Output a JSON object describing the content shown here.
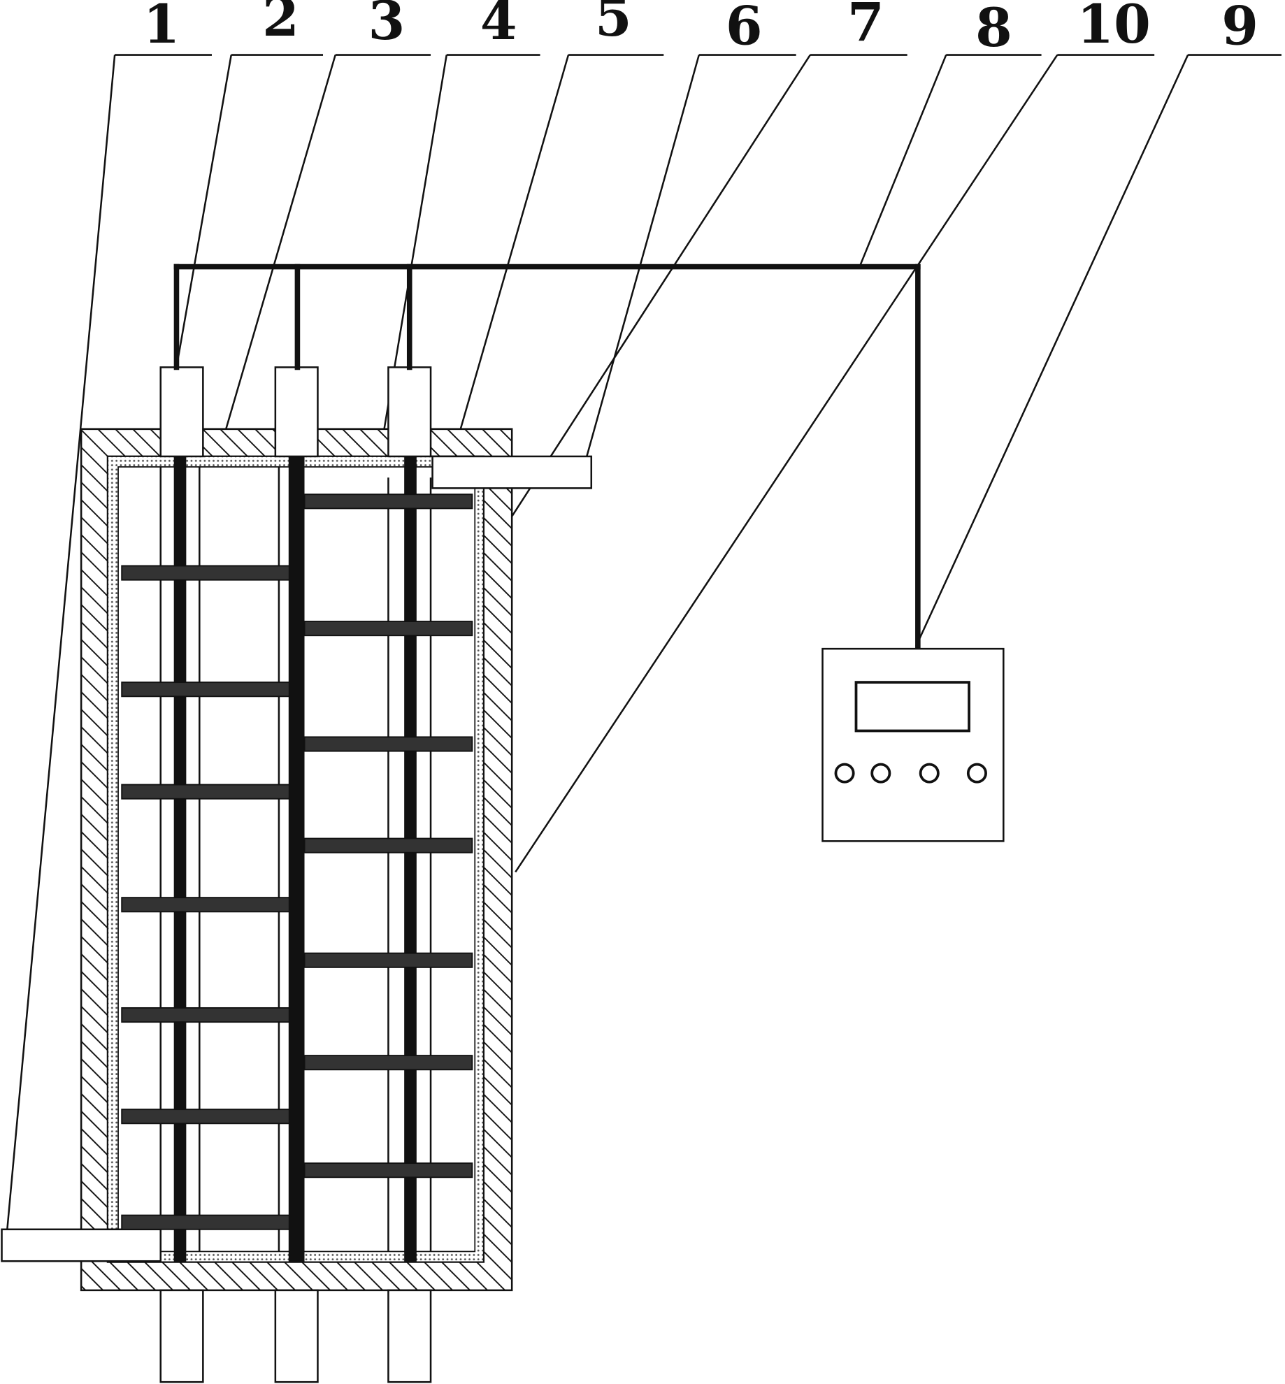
{
  "labels": {
    "l1": "1",
    "l2": "2",
    "l3": "3",
    "l4": "4",
    "l5": "5",
    "l6": "6",
    "l7": "7",
    "l8": "8",
    "l10": "10",
    "l9": "9"
  },
  "colors": {
    "ink": "#111111",
    "background": "#ffffff"
  },
  "controller": {
    "display_icon": "display-screen-icon",
    "knob_count": 4
  }
}
